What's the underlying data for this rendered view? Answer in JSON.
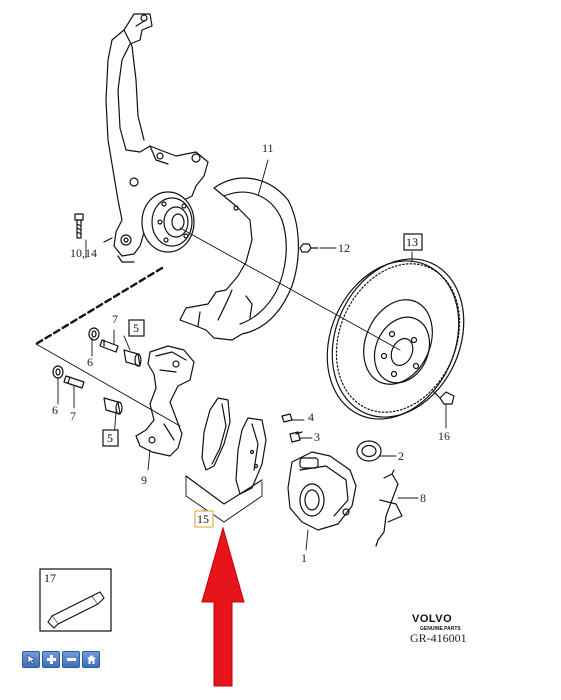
{
  "callouts": {
    "n1": "1",
    "n2": "2",
    "n3": "3",
    "n4": "4",
    "n5a": "5",
    "n5b": "5",
    "n6a": "6",
    "n6b": "6",
    "n7a": "7",
    "n7b": "7",
    "n8": "8",
    "n9": "9",
    "n10_14": "10,14",
    "n11": "11",
    "n12": "12",
    "n13": "13",
    "n15": "15",
    "n16": "16",
    "n17": "17"
  },
  "brand": {
    "name": "VOLVO",
    "sub": "GENUINE PARTS",
    "ref": "GR-416001"
  },
  "toolbar": {
    "icons": [
      "pointer-icon",
      "plus-icon",
      "minus-icon",
      "home-icon"
    ],
    "color": "#4a7cc4"
  },
  "arrow_color": "#e8141b"
}
